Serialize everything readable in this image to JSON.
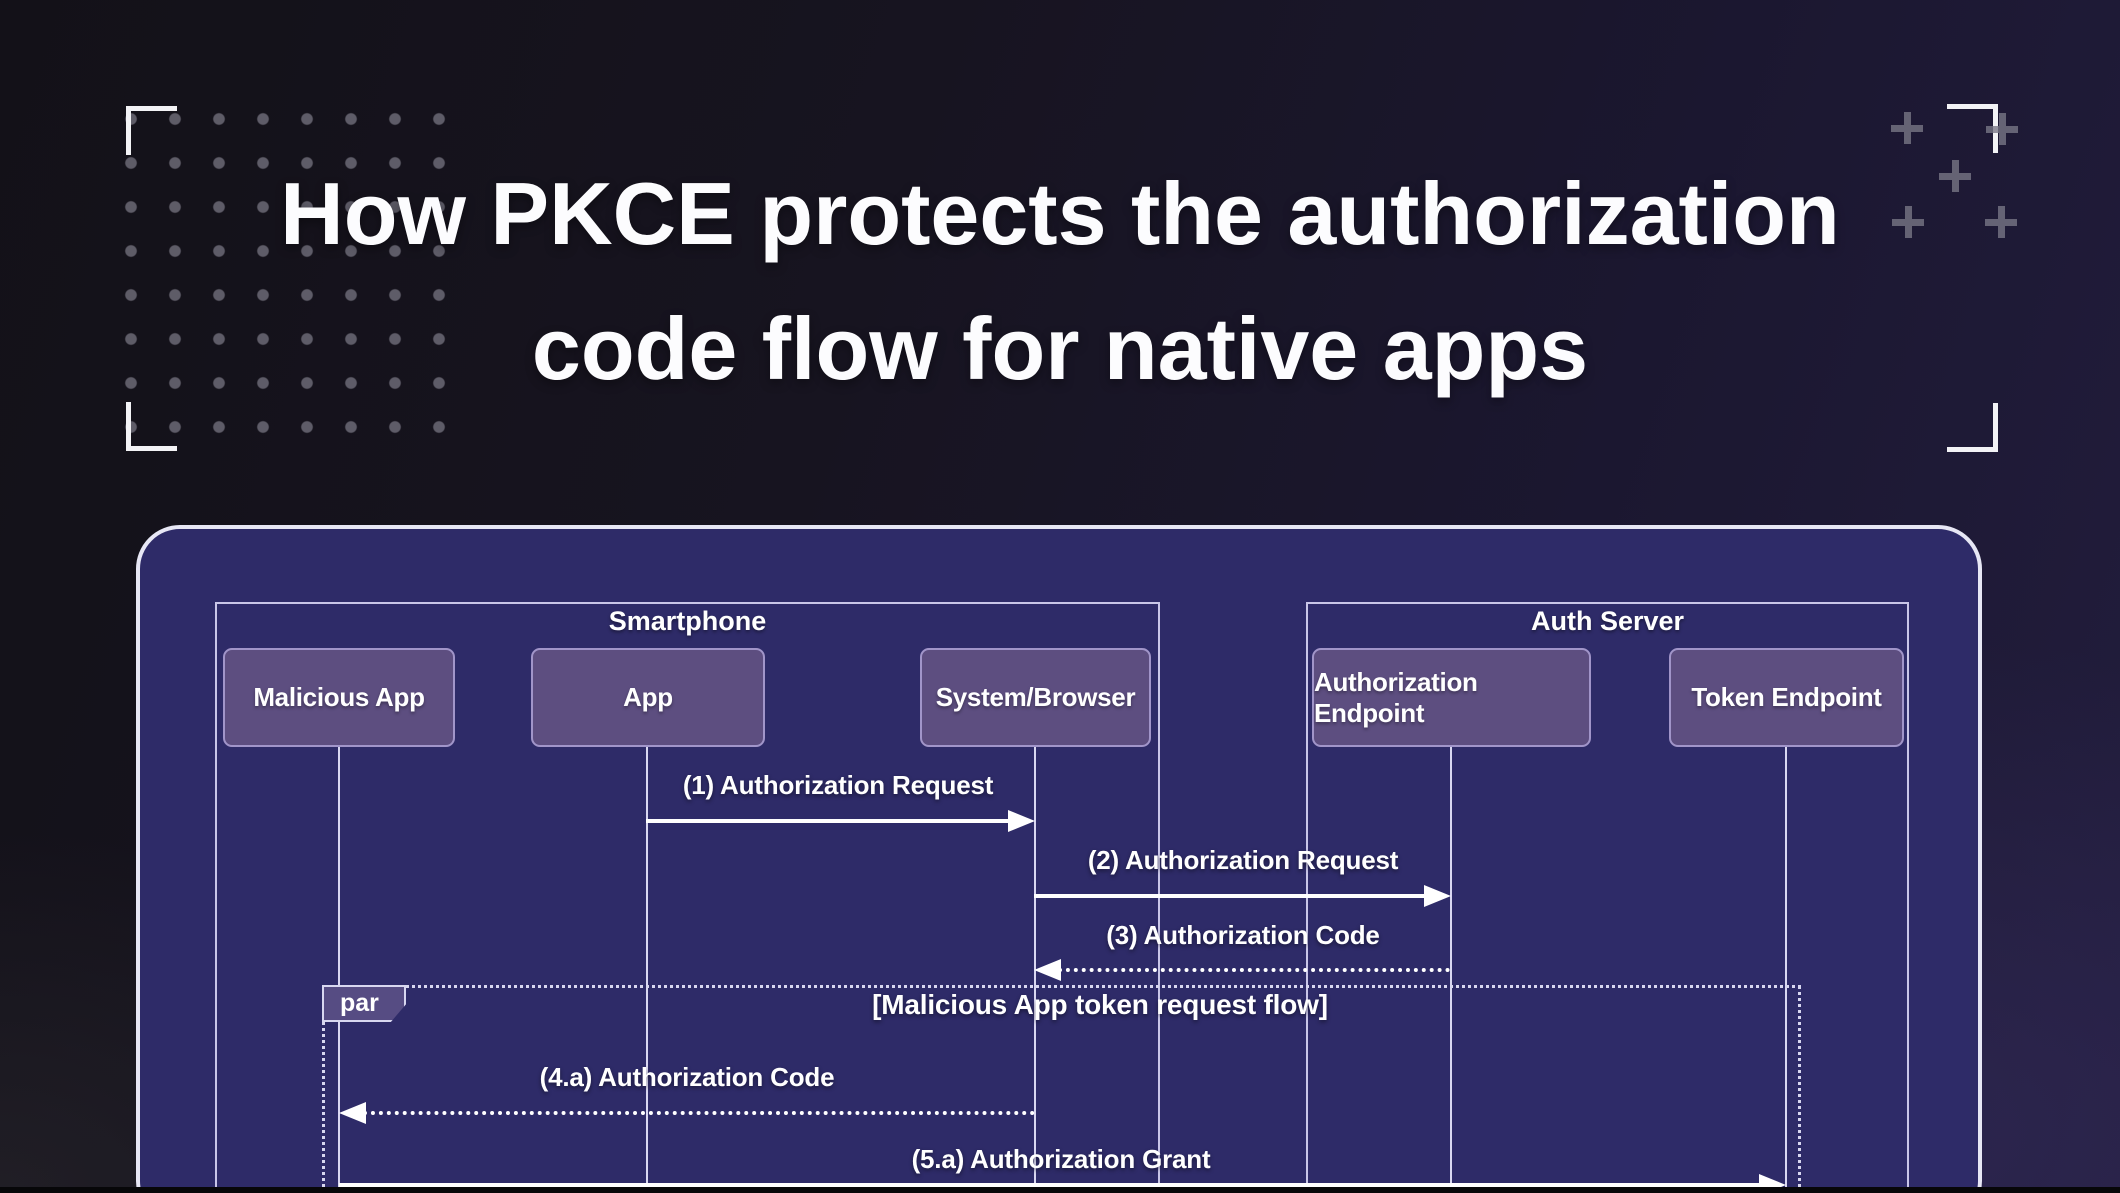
{
  "title": {
    "line1": "How PKCE protects the authorization",
    "line2": "code flow for native apps"
  },
  "diagram": {
    "groups": [
      {
        "label": "Smartphone"
      },
      {
        "label": "Auth Server"
      }
    ],
    "actors": [
      {
        "label": "Malicious App"
      },
      {
        "label": "App"
      },
      {
        "label": "System/Browser"
      },
      {
        "label": "Authorization Endpoint"
      },
      {
        "label": "Token Endpoint"
      }
    ],
    "messages": [
      {
        "label": "(1) Authorization Request",
        "from": "App",
        "to": "System/Browser",
        "style": "solid"
      },
      {
        "label": "(2) Authorization Request",
        "from": "System/Browser",
        "to": "Authorization Endpoint",
        "style": "solid"
      },
      {
        "label": "(3) Authorization Code",
        "from": "Authorization Endpoint",
        "to": "System/Browser",
        "style": "dotted"
      },
      {
        "label": "(4.a) Authorization Code",
        "from": "System/Browser",
        "to": "Malicious App",
        "style": "dotted"
      },
      {
        "label": "(5.a) Authorization Grant",
        "from": "Malicious App",
        "to": "Token Endpoint",
        "style": "solid"
      }
    ],
    "par_block": {
      "tag": "par",
      "condition": "[Malicious App token request flow]"
    }
  },
  "colors": {
    "canvas_fill": "#2e2b68",
    "canvas_border": "#e7e7f5",
    "actor_fill": "#5d4e80",
    "actor_border": "#a195c9",
    "message_color": "#ffffff",
    "title_color": "#fcfcfe",
    "background_dark": "#131118",
    "background_purple": "#221d3d"
  }
}
